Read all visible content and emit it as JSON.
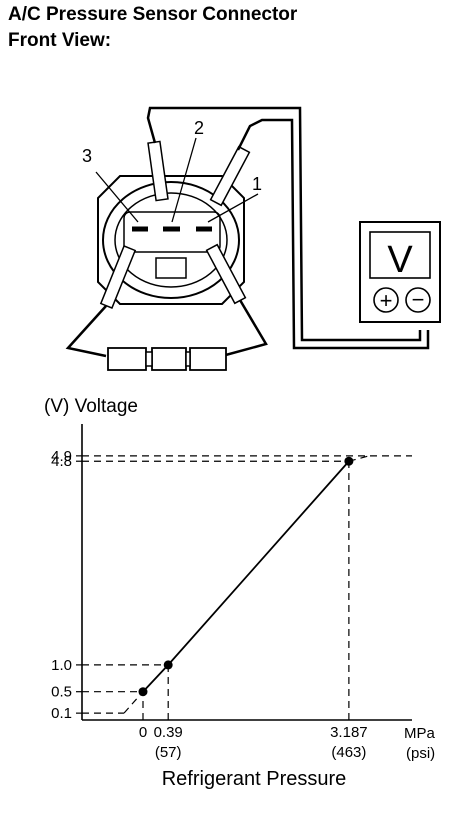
{
  "header": {
    "title_line1": "A/C Pressure Sensor Connector",
    "title_line2": "Front View:"
  },
  "connector": {
    "pin_labels": [
      "1",
      "2",
      "3"
    ],
    "meter_symbol": "V",
    "meter_plus": "+",
    "meter_minus": "−"
  },
  "chart_data": {
    "type": "line",
    "ylabel": "(V) Voltage",
    "xlabel": "Refrigerant Pressure",
    "x_unit": "MPa",
    "x_unit_alt": "(psi)",
    "x": [
      0,
      0.39,
      3.187,
      3.5
    ],
    "y": [
      0.5,
      1.0,
      4.8,
      4.9
    ],
    "points": [
      {
        "x": 0,
        "y": 0.5
      },
      {
        "x": 0.39,
        "y": 1.0
      },
      {
        "x": 3.187,
        "y": 4.8
      }
    ],
    "xticks": [
      {
        "value": 0,
        "label": "0",
        "alt": ""
      },
      {
        "value": 0.39,
        "label": "0.39",
        "alt": "(57)"
      },
      {
        "value": 3.187,
        "label": "3.187",
        "alt": "(463)"
      }
    ],
    "yticks": [
      {
        "value": 0.1,
        "label": "0.1"
      },
      {
        "value": 0.5,
        "label": "0.5"
      },
      {
        "value": 1.0,
        "label": "1.0"
      },
      {
        "value": 4.8,
        "label": "4.8"
      },
      {
        "value": 4.9,
        "label": "4.9"
      }
    ],
    "grid": false
  }
}
